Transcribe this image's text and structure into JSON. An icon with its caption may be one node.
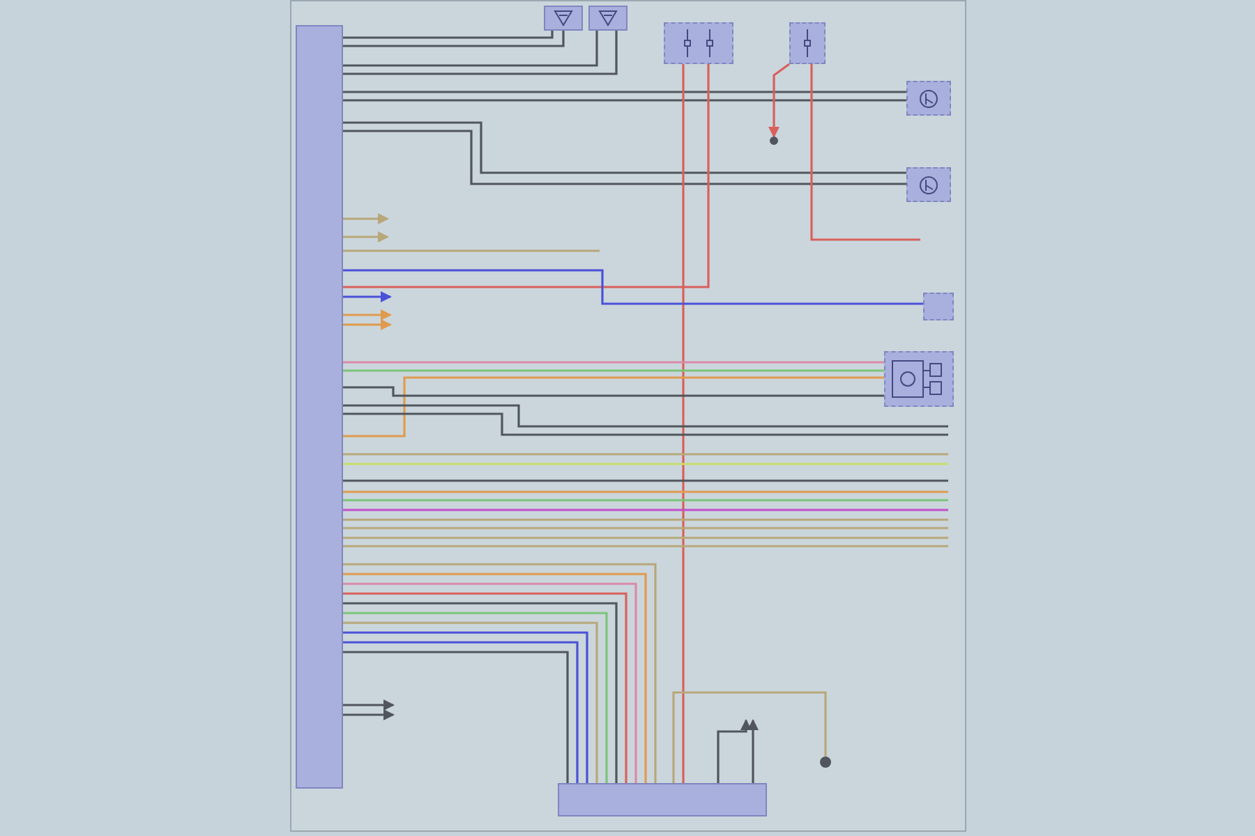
{
  "diagram": {
    "nodes": [
      {
        "text": [],
        "shape": "bar"
      },
      {
        "text": [],
        "shape": "box"
      },
      {
        "text": [],
        "shape": "box"
      },
      {
        "text": [],
        "shape": "box"
      },
      {
        "text": [],
        "shape": "box"
      },
      {
        "text": [],
        "shape": "box"
      },
      {
        "text": [],
        "shape": "box"
      },
      {
        "text": [],
        "shape": "box"
      },
      {
        "text": [],
        "shape": "box"
      },
      {
        "text": [],
        "shape": "box"
      },
      {
        "text": [],
        "shape": "circle"
      },
      {
        "text": [],
        "shape": "circle"
      }
    ],
    "edges": [
      {
        "from": 0,
        "to": 1,
        "arrow": "none"
      },
      {
        "from": 0,
        "to": 1,
        "arrow": "none"
      },
      {
        "from": 0,
        "to": 2,
        "arrow": "none"
      },
      {
        "from": 0,
        "to": 2,
        "arrow": "none"
      },
      {
        "from": 0,
        "to": 5,
        "arrow": "none"
      },
      {
        "from": 0,
        "to": 5,
        "arrow": "none"
      },
      {
        "from": 0,
        "to": 6,
        "arrow": "none"
      },
      {
        "from": 0,
        "to": 6,
        "arrow": "none"
      },
      {
        "from": 3,
        "to": 9,
        "arrow": "none",
        "color": "#d9605c"
      },
      {
        "from": 3,
        "to": 0,
        "arrow": "none",
        "color": "#d9605c"
      },
      {
        "from": 4,
        "to": 10,
        "arrow": "to",
        "color": "#d9605c"
      },
      {
        "from": 4,
        "to": null,
        "arrow": "none",
        "color": "#d9605c"
      },
      {
        "from": 0,
        "to": 7,
        "arrow": "none",
        "color": "#4b50d8"
      },
      {
        "from": 0,
        "to": 8,
        "arrow": "none",
        "color": "#d98aa8"
      },
      {
        "from": 0,
        "to": 8,
        "arrow": "none",
        "color": "#7cc47a"
      },
      {
        "from": 0,
        "to": 8,
        "arrow": "none",
        "color": "#e09a4e"
      },
      {
        "from": 0,
        "to": 8,
        "arrow": "none"
      },
      {
        "from": 0,
        "to": null,
        "arrow": "to",
        "color": "#b8a77a"
      },
      {
        "from": 0,
        "to": null,
        "arrow": "to",
        "color": "#b8a77a"
      },
      {
        "from": 0,
        "to": null,
        "arrow": "none",
        "color": "#b8a77a"
      },
      {
        "from": 0,
        "to": null,
        "arrow": "to",
        "color": "#4b50d8"
      },
      {
        "from": 0,
        "to": null,
        "arrow": "to",
        "color": "#e09a4e"
      },
      {
        "from": 0,
        "to": null,
        "arrow": "to",
        "color": "#e09a4e"
      },
      {
        "from": 0,
        "to": null,
        "arrow": "none"
      },
      {
        "from": 0,
        "to": null,
        "arrow": "none"
      },
      {
        "from": 0,
        "to": null,
        "arrow": "none",
        "color": "#b8a77a"
      },
      {
        "from": 0,
        "to": null,
        "arrow": "none",
        "color": "#c8de6a"
      },
      {
        "from": 0,
        "to": null,
        "arrow": "none"
      },
      {
        "from": 0,
        "to": null,
        "arrow": "none",
        "color": "#e09a4e"
      },
      {
        "from": 0,
        "to": null,
        "arrow": "none",
        "color": "#7cc47a"
      },
      {
        "from": 0,
        "to": null,
        "arrow": "none",
        "color": "#c24fc9"
      },
      {
        "from": 0,
        "to": null,
        "arrow": "none",
        "color": "#b8a77a"
      },
      {
        "from": 0,
        "to": null,
        "arrow": "none",
        "color": "#b8a77a"
      },
      {
        "from": 0,
        "to": null,
        "arrow": "none",
        "color": "#b8a77a"
      },
      {
        "from": 0,
        "to": null,
        "arrow": "none",
        "color": "#b8a77a"
      },
      {
        "from": 0,
        "to": 9,
        "arrow": "none",
        "color": "#b8a77a"
      },
      {
        "from": 0,
        "to": 9,
        "arrow": "none",
        "color": "#e09a4e"
      },
      {
        "from": 0,
        "to": 9,
        "arrow": "none",
        "color": "#d98aa8"
      },
      {
        "from": 0,
        "to": 9,
        "arrow": "none",
        "color": "#d9605c"
      },
      {
        "from": 0,
        "to": 9,
        "arrow": "none"
      },
      {
        "from": 0,
        "to": 9,
        "arrow": "none",
        "color": "#7cc47a"
      },
      {
        "from": 0,
        "to": 9,
        "arrow": "none",
        "color": "#b8a77a"
      },
      {
        "from": 0,
        "to": 9,
        "arrow": "none",
        "color": "#4b50d8"
      },
      {
        "from": 0,
        "to": 9,
        "arrow": "none",
        "color": "#4b50d8"
      },
      {
        "from": 0,
        "to": 9,
        "arrow": "none"
      },
      {
        "from": 0,
        "to": null,
        "arrow": "to"
      },
      {
        "from": 0,
        "to": null,
        "arrow": "to"
      },
      {
        "from": 9,
        "to": 11,
        "arrow": "none",
        "color": "#b8a77a"
      },
      {
        "from": 9,
        "to": null,
        "arrow": "to"
      },
      {
        "from": 9,
        "to": null,
        "arrow": "to"
      }
    ]
  }
}
